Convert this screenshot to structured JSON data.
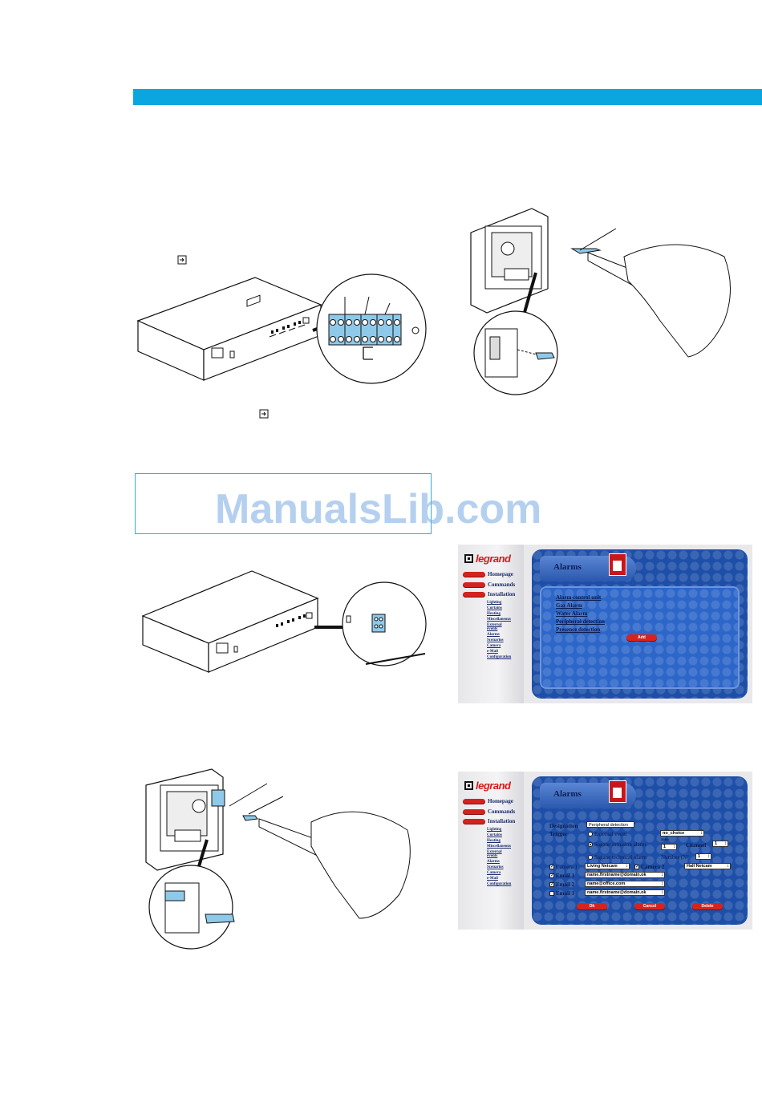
{
  "watermark": "ManualsLib.com",
  "colors": {
    "accent_band": "#0aa6e0",
    "ui_blue": "#1e4fa8",
    "ui_red": "#d8231c"
  },
  "icons": [
    "entry-arrow-icon",
    "legrand-logo-icon",
    "alarm-book-icon"
  ],
  "panel1": {
    "logo": "legrand",
    "nav_main": [
      "Homepage",
      "Commands",
      "Installation"
    ],
    "nav_sub": [
      "Lighting",
      "Curtains",
      "Heating",
      "Miscellaneous",
      "External",
      "events",
      "Alarms",
      "Scenarios",
      "Camera",
      "e-Mail",
      "Configuration"
    ],
    "title": "Alarms",
    "links": [
      "Alarm control unit",
      "Gaz Alarm",
      "Water Alarm",
      "Peripheral detection",
      "Presence detection"
    ],
    "add_button": "Add"
  },
  "panel2": {
    "logo": "legrand",
    "nav_main": [
      "Homepage",
      "Commands",
      "Installation"
    ],
    "nav_sub": [
      "Lighting",
      "Curtains",
      "Heating",
      "Miscellaneous",
      "External",
      "events",
      "Alarms",
      "Scenarios",
      "Camera",
      "e-Mail",
      "Configuration"
    ],
    "title": "Alarms",
    "designation_label": "Designation",
    "designation_value": "Peripheral detection",
    "trigger_label": "Trigger",
    "opt_external": "External event",
    "ext_select": "no_choice",
    "opt_intrusion": "Sagane intrusion alarm",
    "zone_label": "zone",
    "zone_value": "1",
    "channel_label": "Channel",
    "channel_value": "1",
    "opt_technical": "Sagane technical alarm",
    "number_label": "Number (N°",
    "number_value": "1",
    "camera1_label": "Camera 1",
    "camera1_value": "Living Netcam",
    "camera2_label": "Camera 2",
    "camera2_value": "Hall Netcam",
    "email1_label": "Email 1",
    "email1_value": "name.firstname@domain.ok",
    "email2_label": "Email 2",
    "email2_value": "name@office.com",
    "email3_label": "Email 3",
    "email3_value": "name.firstname@domain.ok",
    "ok_button": "Ok",
    "cancel_button": "Cancel",
    "delete_button": "Delete"
  }
}
